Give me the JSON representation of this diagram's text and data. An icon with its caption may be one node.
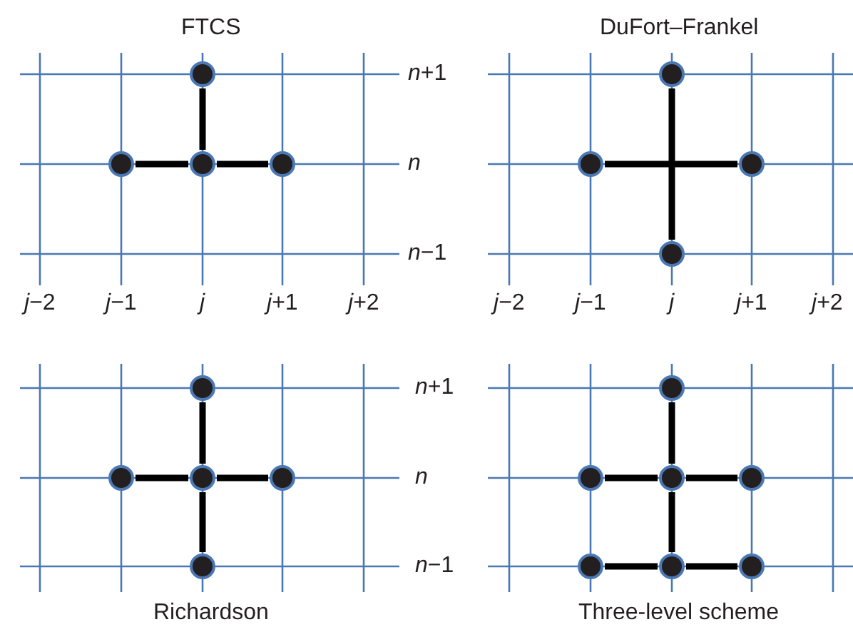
{
  "diagram": {
    "nodes": [
      {
        "text": [],
        "shape": "circle"
      },
      {
        "text": [],
        "shape": "circle"
      },
      {
        "text": [],
        "shape": "circle"
      },
      {
        "text": [],
        "shape": "circle"
      },
      {
        "text": [],
        "shape": "circle"
      },
      {
        "text": [],
        "shape": "circle"
      },
      {
        "text": [],
        "shape": "circle"
      },
      {
        "text": [],
        "shape": "circle"
      },
      {
        "text": [],
        "shape": "circle"
      },
      {
        "text": [],
        "shape": "circle"
      },
      {
        "text": [],
        "shape": "circle"
      },
      {
        "text": [],
        "shape": "circle"
      },
      {
        "text": [],
        "shape": "circle"
      },
      {
        "text": [],
        "shape": "circle"
      },
      {
        "text": [],
        "shape": "circle"
      },
      {
        "text": [],
        "shape": "circle"
      },
      {
        "text": [],
        "shape": "circle"
      },
      {
        "text": [],
        "shape": "circle"
      },
      {
        "text": [],
        "shape": "circle"
      },
      {
        "text": [],
        "shape": "circle"
      }
    ],
    "edges": [
      {
        "from": 0,
        "to": 2,
        "arrow": "none"
      },
      {
        "from": 1,
        "to": 2,
        "arrow": "none"
      },
      {
        "from": 2,
        "to": 3,
        "arrow": "none"
      },
      {
        "from": 4,
        "to": 7,
        "arrow": "none"
      },
      {
        "from": 5,
        "to": 6,
        "arrow": "none"
      },
      {
        "from": 8,
        "to": 10,
        "arrow": "none"
      },
      {
        "from": 9,
        "to": 10,
        "arrow": "none"
      },
      {
        "from": 10,
        "to": 11,
        "arrow": "none"
      },
      {
        "from": 10,
        "to": 12,
        "arrow": "none"
      },
      {
        "from": 13,
        "to": 15,
        "arrow": "none"
      },
      {
        "from": 14,
        "to": 15,
        "arrow": "none"
      },
      {
        "from": 15,
        "to": 16,
        "arrow": "none"
      },
      {
        "from": 15,
        "to": 18,
        "arrow": "none"
      },
      {
        "from": 17,
        "to": 18,
        "arrow": "none"
      },
      {
        "from": 18,
        "to": 19,
        "arrow": "none"
      }
    ],
    "labels": [
      "FTCS",
      "DuFort–Frankel",
      "*n*+1",
      "*n*",
      "*n*−1",
      "*j*−2",
      "*j*−1",
      "*j*",
      "*j*+1",
      "*j*+2",
      "*j*−2",
      "*j*−1",
      "*j*",
      "*j*+1",
      "*j*+2",
      "*n*+1",
      "*n*",
      "*n*−1",
      "Richardson",
      "Three-level scheme"
    ]
  }
}
